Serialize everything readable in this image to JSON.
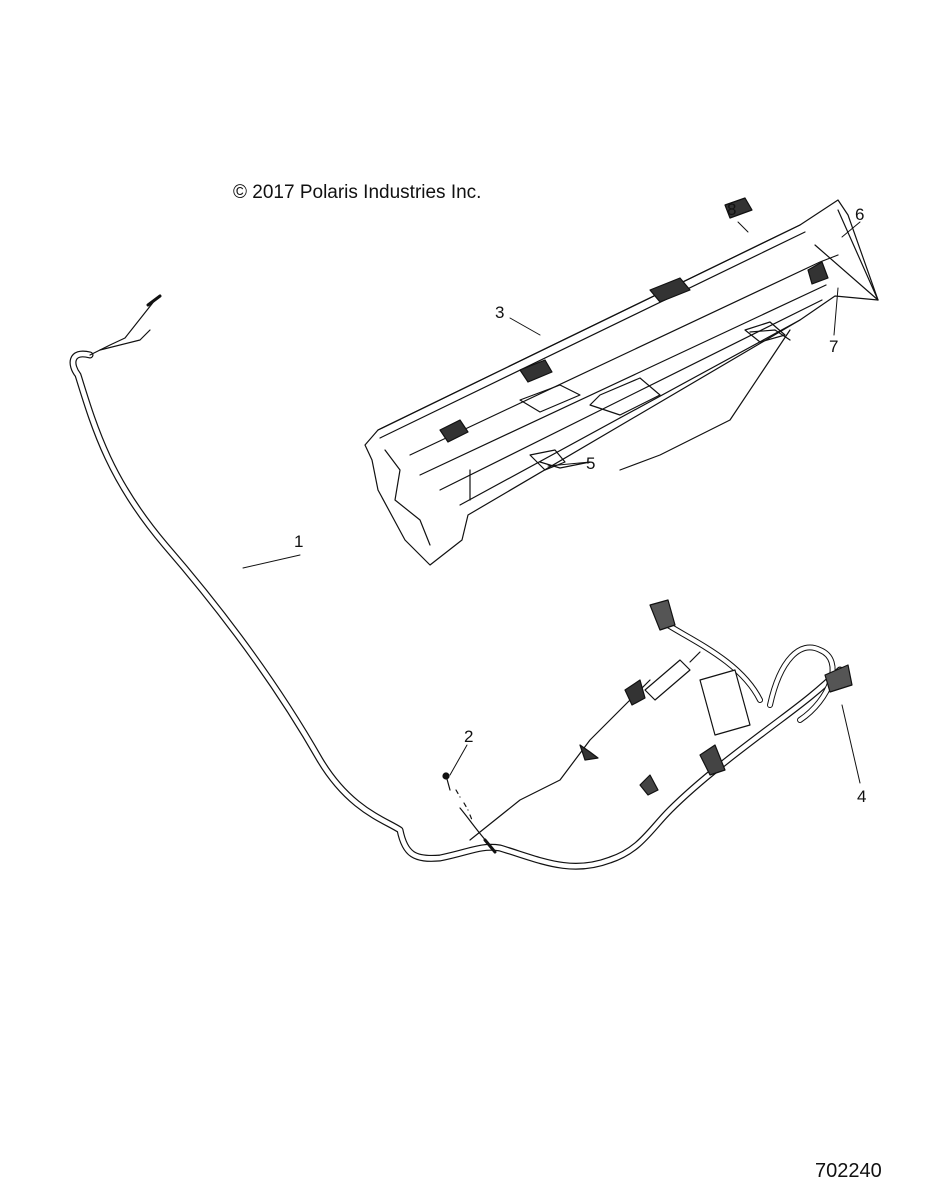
{
  "copyright": "© 2017 Polaris Industries Inc.",
  "figure_number": "702240",
  "callouts": [
    "1",
    "2",
    "3",
    "4",
    "5",
    "6",
    "7",
    "8"
  ],
  "parts": {
    "harness": "1",
    "screw": "2",
    "dash_panel": "3",
    "connector": "4",
    "fastener_lower": "5",
    "clip_right_upper": "6",
    "clip_right_lower": "7",
    "clip_top": "8"
  }
}
